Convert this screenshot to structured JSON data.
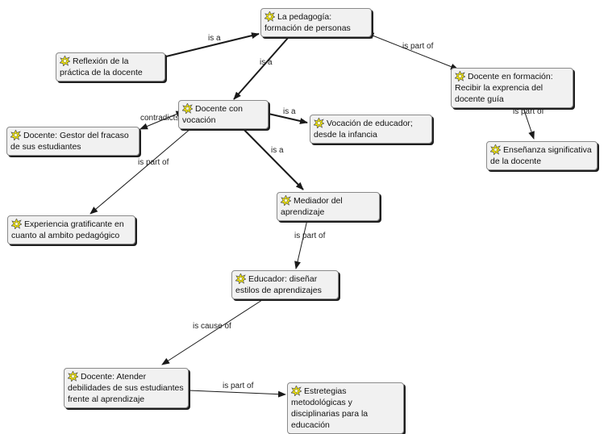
{
  "concept_map": {
    "nodes": {
      "pedagogia": "La pedagogía: formación de personas",
      "reflexion": "Reflexión de la práctica de la docente",
      "docente_formacion": "Docente en formación: Recibir la exprencia del docente guía",
      "docente_vocacion": "Docente con vocación",
      "gestor_fracaso": "Docente: Gestor del fracaso de sus estudiantes",
      "vocacion_educador": "Vocación de educador; desde la infancia",
      "ensenanza_significativa": "Enseñanza significativa de la docente",
      "mediador": "Mediador del aprendizaje",
      "experiencia": "Experiencia gratificante en cuanto al ambito pedagógico",
      "educador_estilos": "Educador: diseñar estilos de aprendizajes",
      "atender_debilidades": "Docente: Atender debilidades de sus estudiantes frente al aprendizaje",
      "estrategias": "Estretegias metodológicas y disciplinarias para la educación"
    },
    "links": {
      "reflexion_is_a": "is a",
      "vocacion_is_a_pedagogia": "is a",
      "pedagogia_is_part_of": "is part of",
      "vocacion_contradicts": "contradicts",
      "vocacion_is_a_educador": "is a",
      "vocacion_is_a_mediador": "is a",
      "vocacion_is_part_of_experiencia": "is part of",
      "formacion_is_part_of": "is part of",
      "mediador_is_part_of": "is part of",
      "estilos_is_cause_of": "is cause of",
      "atender_is_part_of": "is part of"
    },
    "icon": "concept-bulb-icon",
    "icon_color": "#f2e600",
    "node_background": "#f1f1f1",
    "line_color": "#1a1a1a"
  }
}
